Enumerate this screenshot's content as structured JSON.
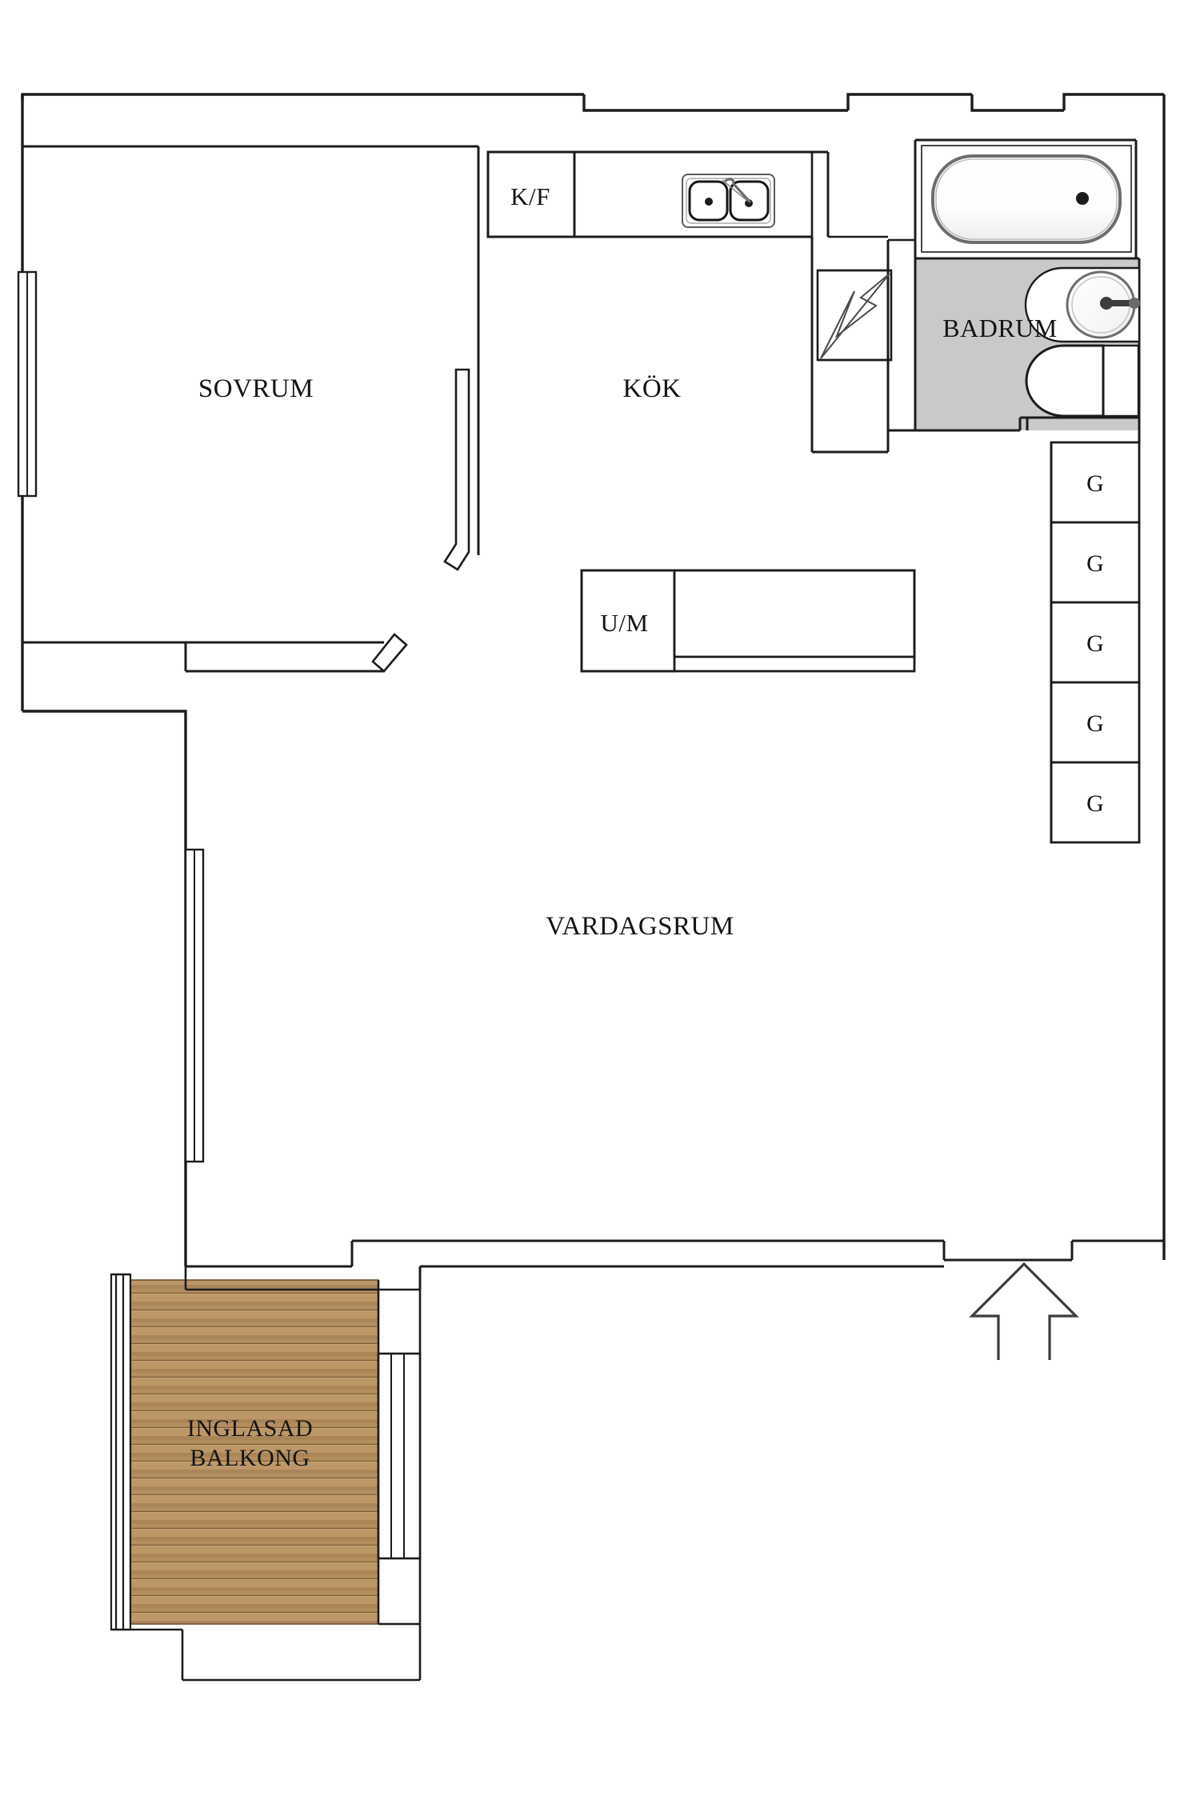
{
  "plan": {
    "title": "Lagenhetsplan",
    "unit_label": "",
    "wall_color": "#1c1c1c",
    "fill_white": "#ffffff",
    "bathroom_fill": "#c9c9c9",
    "balcony_wood_base": "#b08b5e",
    "balcony_wood_dark": "#8d6a41",
    "balcony_wood_light": "#c7a478"
  },
  "rooms": [
    {
      "id": "sovrum",
      "label": "SOVRUM",
      "kind": "bedroom"
    },
    {
      "id": "kok",
      "label": "KÖK",
      "kind": "kitchen"
    },
    {
      "id": "badrum",
      "label": "BADRUM",
      "kind": "bathroom"
    },
    {
      "id": "vardagsrum",
      "label": "VARDAGSRUM",
      "kind": "living-room"
    },
    {
      "id": "balkong",
      "label": "INGLASAD\nBALKONG",
      "kind": "balcony"
    }
  ],
  "fixtures": {
    "fridge_freezer": {
      "label": "K/F",
      "description": "kyl och frys"
    },
    "oven_micro": {
      "label": "U/M",
      "description": "ugn och mikro"
    },
    "sink": {
      "label": "",
      "description": "double-basin kitchen sink with mixer tap"
    },
    "bathtub": {
      "label": "",
      "description": "bathtub with drain"
    },
    "washbasin": {
      "label": "",
      "description": "oval washbasin with tap"
    },
    "toilet": {
      "label": "",
      "description": "wc toilet"
    },
    "electric_panel": {
      "label": "",
      "description": "electrical panel lightning symbol"
    }
  },
  "closets": {
    "label": "G",
    "count": 5,
    "items": [
      {
        "label": "G"
      },
      {
        "label": "G"
      },
      {
        "label": "G"
      },
      {
        "label": "G"
      },
      {
        "label": "G"
      }
    ]
  },
  "entrance": {
    "marker": "arrow-up",
    "label": ""
  },
  "openings": {
    "bedroom_window_left": "window",
    "living_window_left": "window",
    "balcony_glass_wall": "glazed wall",
    "bedroom_door": "swing door",
    "kitchen_door": "swing door",
    "balcony_door": "sliding door"
  }
}
